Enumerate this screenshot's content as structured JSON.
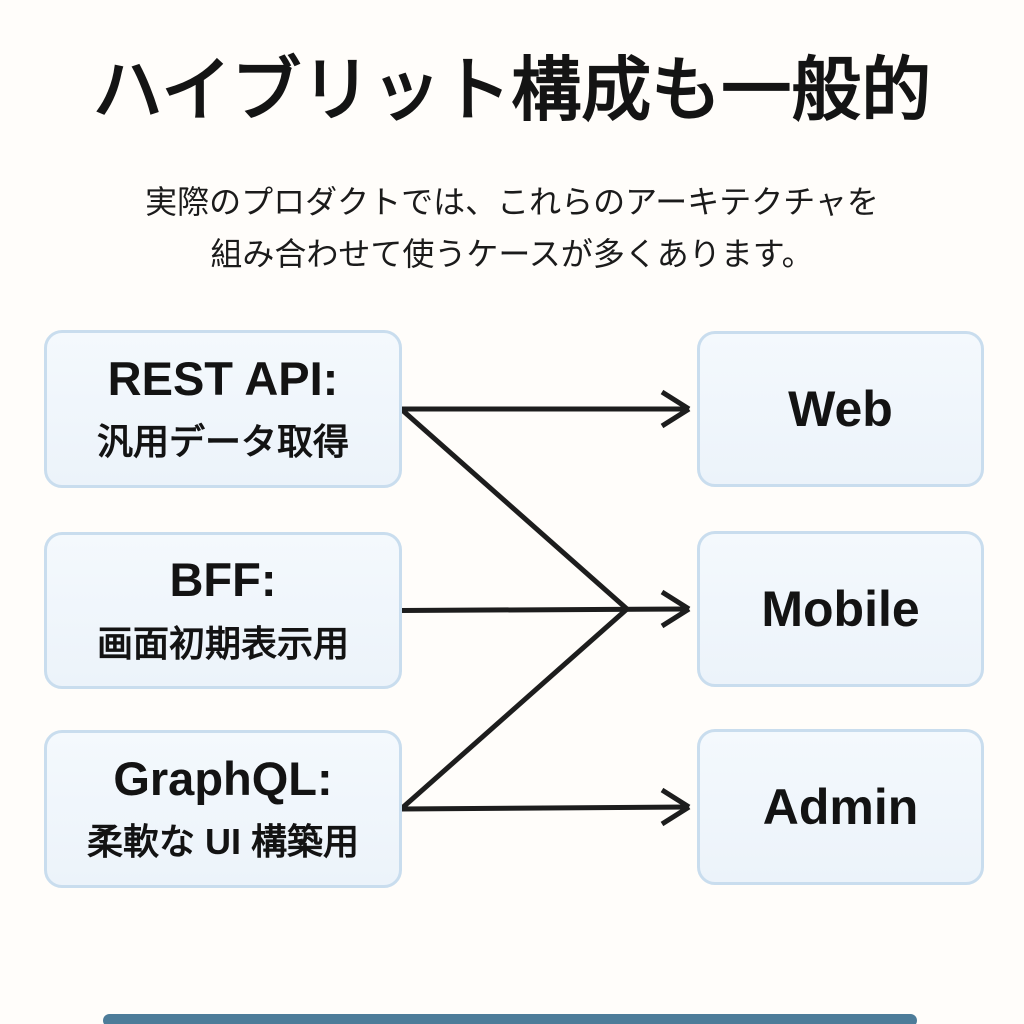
{
  "header": {
    "title": "ハイブリット構成も一般的",
    "subtitle_line1": "実際のプロダクトでは、これらのアーキテクチャを",
    "subtitle_line2": "組み合わせて使うケースが多くあります。"
  },
  "diagram": {
    "left_nodes": [
      {
        "id": "rest",
        "title": "REST API:",
        "subtitle": "汎用データ取得"
      },
      {
        "id": "bff",
        "title": "BFF:",
        "subtitle": "画面初期表示用"
      },
      {
        "id": "graphql",
        "title": "GraphQL:",
        "subtitle": "柔軟な UI 構築用"
      }
    ],
    "right_nodes": [
      {
        "id": "web",
        "label": "Web"
      },
      {
        "id": "mobile",
        "label": "Mobile"
      },
      {
        "id": "admin",
        "label": "Admin"
      }
    ],
    "edges": [
      {
        "from": "rest",
        "to": "web",
        "style": "direct"
      },
      {
        "from": "rest",
        "to": "mobile",
        "style": "merge"
      },
      {
        "from": "bff",
        "to": "mobile",
        "style": "direct"
      },
      {
        "from": "graphql",
        "to": "mobile",
        "style": "merge"
      },
      {
        "from": "graphql",
        "to": "admin",
        "style": "direct"
      }
    ],
    "colors": {
      "node_fill": "#eff5fb",
      "node_border": "#c9ddee",
      "arrow": "#1d1d1d",
      "text": "#131313",
      "background": "#fffdfa"
    }
  },
  "footer": {
    "accent_bar_color": "#4d7c99"
  }
}
